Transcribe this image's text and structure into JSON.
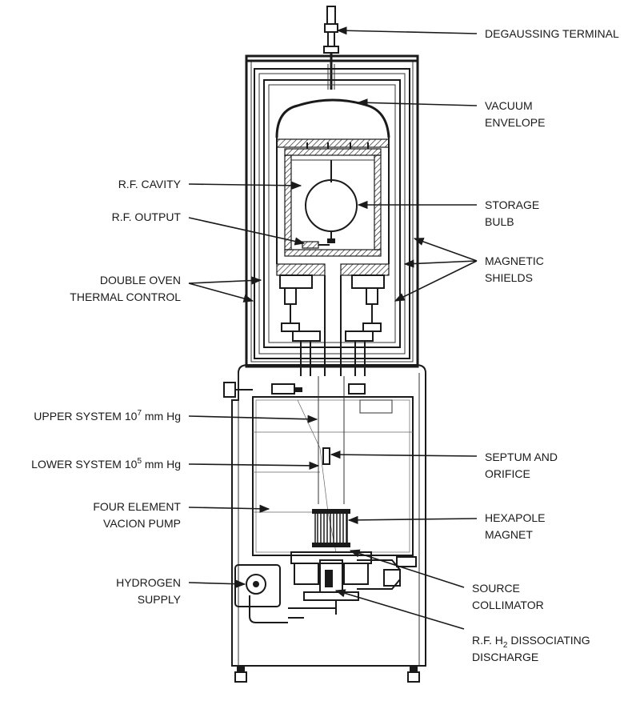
{
  "labels": {
    "degaussing_terminal": "DEGAUSSING TERMINAL",
    "vacuum_envelope_1": "VACUUM",
    "vacuum_envelope_2": "ENVELOPE",
    "rf_cavity": "R.F. CAVITY",
    "storage_bulb_1": "STORAGE",
    "storage_bulb_2": "BULB",
    "rf_output": "R.F. OUTPUT",
    "magnetic_shields_1": "MAGNETIC",
    "magnetic_shields_2": "SHIELDS",
    "double_oven_1": "DOUBLE OVEN",
    "double_oven_2": "THERMAL CONTROL",
    "upper_system_a": "UPPER SYSTEM 10",
    "upper_system_exp": "7",
    "upper_system_b": " mm Hg",
    "lower_system_a": "LOWER SYSTEM 10",
    "lower_system_exp": "5",
    "lower_system_b": " mm Hg",
    "septum_1": "SEPTUM AND",
    "septum_2": "ORIFICE",
    "vacion_1": "FOUR ELEMENT",
    "vacion_2": "VACION PUMP",
    "hexapole_1": "HEXAPOLE",
    "hexapole_2": "MAGNET",
    "hydrogen_1": "HYDROGEN",
    "hydrogen_2": "SUPPLY",
    "source_1": "SOURCE",
    "source_2": "COLLIMATOR",
    "discharge_1a": "R.F. H",
    "discharge_1sub": "2",
    "discharge_1b": " DISSOCIATING",
    "discharge_2": "DISCHARGE"
  }
}
